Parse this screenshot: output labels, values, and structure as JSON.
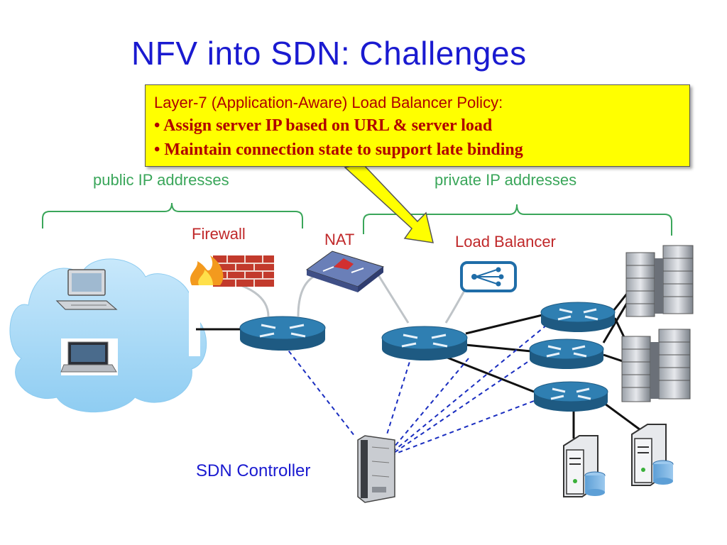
{
  "title": "NFV into SDN: Challenges",
  "policy": {
    "heading": "Layer-7 (Application-Aware) Load Balancer Policy:",
    "bullets": [
      "• Assign server IP based on URL  & server load",
      "• Maintain connection state to support late binding"
    ]
  },
  "labels": {
    "public_ip": "public IP addresses",
    "private_ip": "private IP addresses",
    "firewall": "Firewall",
    "nat": "NAT",
    "load_balancer": "Load Balancer",
    "sdn_controller": "SDN Controller"
  },
  "colors": {
    "title": "#1a1ad0",
    "policy_bg": "#ffff00",
    "policy_text": "#b00000",
    "bracket": "#3aa65a",
    "network_label": "#c0282a",
    "router": "#2a6e9c",
    "cloud": "#a9d8f5",
    "control_link": "#1a2ec0"
  }
}
